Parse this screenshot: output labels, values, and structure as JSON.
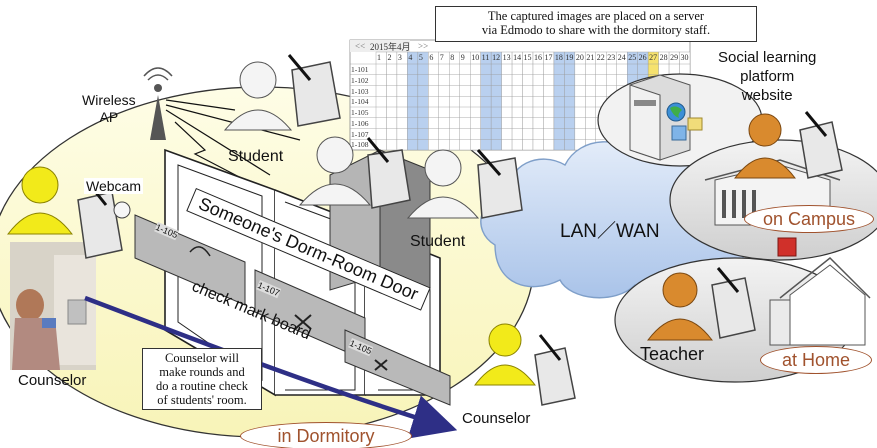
{
  "header_note": {
    "line1": "The captured images are placed on a server",
    "line2": "via Edmodo to share with the dormitory staff."
  },
  "calendar": {
    "title": "2015年4月",
    "nav_prev": "<<",
    "nav_next": ">>",
    "rows": [
      "1-101",
      "1-102",
      "1-103",
      "1-104",
      "1-105",
      "1-106",
      "1-107",
      "1-108"
    ],
    "days": [
      "1",
      "2",
      "3",
      "4",
      "5",
      "6",
      "7",
      "8",
      "9",
      "10",
      "11",
      "12",
      "13",
      "14",
      "15",
      "16",
      "17",
      "18",
      "19",
      "20",
      "21",
      "22",
      "23",
      "24",
      "25",
      "26",
      "27",
      "28",
      "29",
      "30"
    ]
  },
  "labels": {
    "wireless_ap": "Wireless\nAP",
    "student_top": "Student",
    "webcam": "Webcam",
    "student_mid": "Student",
    "door_title": "Someone's Dorm-Room Door",
    "check_board": "check mark board",
    "counselor_left": "Counselor",
    "counselor_right": "Counselor",
    "lan_wan": "LAN／WAN",
    "social_platform": "Social learning\nplatform\nwebsite",
    "teacher": "Teacher",
    "board_tag_1": "1-105",
    "board_tag_2": "1-107",
    "board_tag_3": "1-105"
  },
  "routine_note": {
    "line1": "Counselor will",
    "line2": "make rounds and",
    "line3": "do a routine check",
    "line4": "of students' room."
  },
  "location_tags": {
    "on_campus": "on Campus",
    "at_home": "at Home",
    "in_dormitory": "in Dormitory"
  },
  "colors": {
    "dorm_floor": "#fdfbd8",
    "cloud": "#c5d8f2",
    "cloud_edge": "#7f9fc9",
    "campus_ring": "#e6e6e6",
    "person_yellow": "#f2ea1a",
    "person_white": "#f4f4f4",
    "person_orange": "#d98a2e",
    "tag_brown": "#a0522d",
    "arrow_navy": "#2e2f86"
  }
}
